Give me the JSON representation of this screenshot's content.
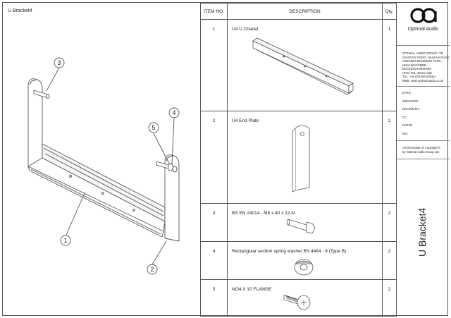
{
  "drawing": {
    "title": "U Bracket4",
    "callouts": [
      "1",
      "2",
      "3",
      "4",
      "5"
    ]
  },
  "bom": {
    "headers": {
      "item": "ITEM NO.",
      "description": "DESCRIPTION",
      "qty": "Qty."
    },
    "rows": [
      {
        "item": "1",
        "description": "U4 U Chanel",
        "qty": "1"
      },
      {
        "item": "2",
        "description": "U4 End Plate",
        "qty": "2"
      },
      {
        "item": "3",
        "description": "BS EN 24014 - M8 x 40 x 22-N",
        "qty": "2"
      },
      {
        "item": "4",
        "description": "Rectangular section spring washer BS 4464 - 8 (Type B)",
        "qty": "2"
      },
      {
        "item": "5",
        "description": "NO4 X 10 FLANGE",
        "qty": "2"
      }
    ]
  },
  "company": {
    "brand": "Optimal Audio",
    "address": [
      "OPTIMAL AUDIO GROUP LTD",
      "CENTURY POINT, HALIFAX ROAD",
      "CRESSEX BUSINESS PARK,",
      "HIGH WYCOMBE,",
      "BUCKINGHAMSHIRE",
      "HP12 3SL, ENGLAND",
      "TEL: +44 (0)1494 535312",
      "WEB: www.optimal-audio.co.uk"
    ],
    "date_label": "DATE:",
    "date": "19/01/2022",
    "drawn_by_label": "DRAWN BY:",
    "drawn_by": "CC",
    "issue_label": "ISSUE:",
    "issue": "001",
    "copyright": [
      "All information is Copyright ©",
      "by Optimal Audio Group Ltd."
    ],
    "vertical_title": "U Bracket4"
  },
  "colors": {
    "line": "#555555",
    "text": "#222222",
    "shade": "#e8e8e8"
  }
}
